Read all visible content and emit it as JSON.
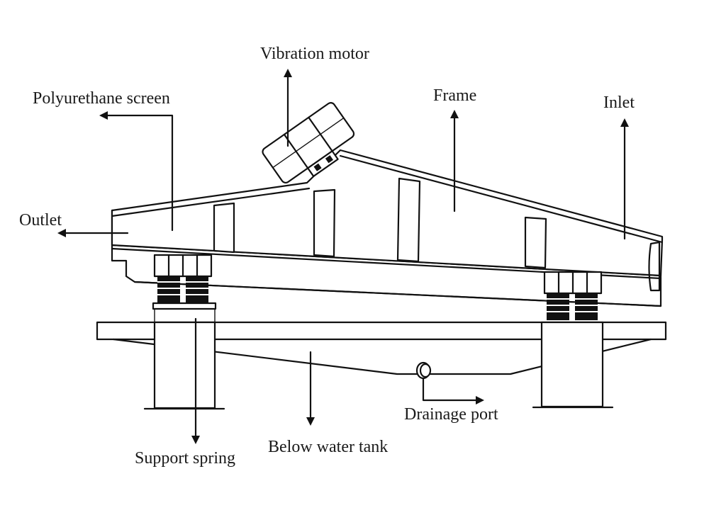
{
  "labels": {
    "vibration_motor": "Vibration motor",
    "polyurethane_screen": "Polyurethane screen",
    "frame": "Frame",
    "inlet": "Inlet",
    "outlet": "Outlet",
    "drainage_port": "Drainage port",
    "below_water_tank": "Below water tank",
    "support_spring": "Support spring"
  }
}
